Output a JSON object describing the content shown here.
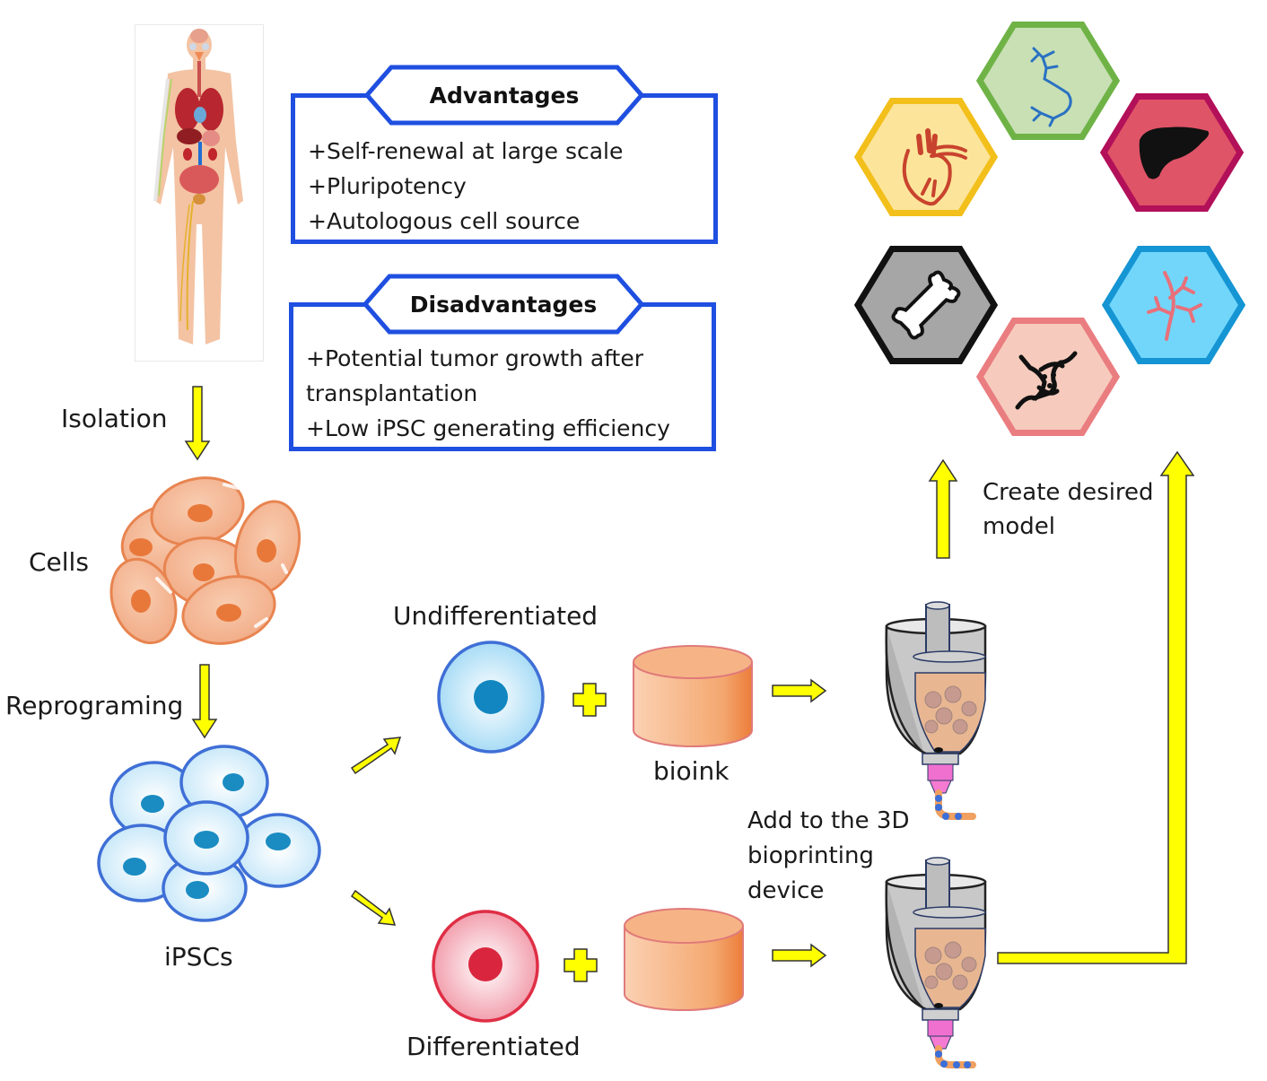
{
  "advantages": {
    "title": "Advantages",
    "items": [
      "+Self-renewal at large scale",
      "+Pluripotency",
      "+Autologous cell source"
    ]
  },
  "disadvantages": {
    "title": "Disadvantages",
    "items": [
      "+Potential tumor growth after",
      "transplantation",
      "+Low iPSC generating efficiency"
    ]
  },
  "steps": {
    "isolation": "Isolation",
    "cells": "Cells",
    "reprograming": "Reprograming",
    "ipscs": "iPSCs",
    "undifferentiated": "Undifferentiated",
    "differentiated": "Differentiated",
    "bioink": "bioink",
    "add_device_lines": [
      "Add to the 3D",
      "bioprinting",
      "device"
    ],
    "create_model_lines": [
      "Create desired",
      "model"
    ]
  },
  "tissue_models": [
    {
      "name": "heart",
      "fill": "#fce59a",
      "stroke": "#f2bf1b",
      "icon_color": "#c8432d"
    },
    {
      "name": "neuron",
      "fill": "#c8e0b4",
      "stroke": "#6fb347",
      "icon_color": "#2a71c2"
    },
    {
      "name": "liver",
      "fill": "#e05467",
      "stroke": "#b3105a",
      "icon_color": "#111111"
    },
    {
      "name": "bone",
      "fill": "#a6a6a6",
      "stroke": "#111111",
      "icon_color": "#ffffff"
    },
    {
      "name": "cartilage-joint",
      "fill": "#f6cbbd",
      "stroke": "#ea7d80",
      "icon_color": "#111111"
    },
    {
      "name": "blood-vessel",
      "fill": "#72d6fb",
      "stroke": "#1595d3",
      "icon_color": "#e8707a"
    }
  ],
  "colors": {
    "arrow_fill": "#ffff00",
    "box_border": "#1f4fe0",
    "somatic_cell": "#f5b894",
    "ipsc_cell": "#d9eefb",
    "bioink": "#f4a06a"
  }
}
